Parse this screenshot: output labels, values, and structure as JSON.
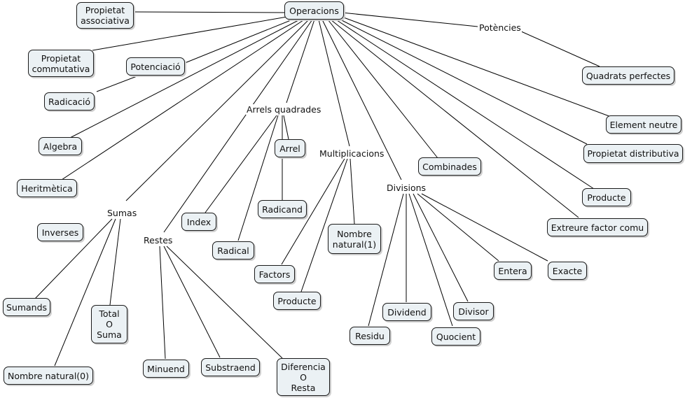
{
  "nodes": {
    "operacions": "Operacions",
    "propietat_associativa": "Propietat\nassociativa",
    "propietat_commutativa": "Propietat\ncommutativa",
    "potenciacio": "Potenciació",
    "radicacio": "Radicació",
    "algebra": "Algebra",
    "heritmetica": "Heritmètica",
    "inverses": "Inverses",
    "sumands": "Sumands",
    "total_suma": "Total\nO\nSuma",
    "nombre_natural_0": "Nombre natural(0)",
    "minuend": "Minuend",
    "substraend": "Substraend",
    "diferencia_resta": "Diferencia\nO\nResta",
    "index": "Index",
    "radical": "Radical",
    "arrel": "Arrel",
    "radicand": "Radicand",
    "factors": "Factors",
    "producte_mult": "Producte",
    "nombre_natural_1": "Nombre\nnatural(1)",
    "combinades": "Combinades",
    "residu": "Residu",
    "dividend": "Dividend",
    "quocient": "Quocient",
    "divisor": "Divisor",
    "entera": "Entera",
    "exacte": "Exacte",
    "quadrats_perfectes": "Quadrats perfectes",
    "element_neutre": "Element neutre",
    "propietat_distributiva": "Propietat distributiva",
    "producte": "Producte",
    "extreure_factor_comu": "Extreure factor comu"
  },
  "labels": {
    "potencies": "Potències",
    "arrels_quadrades": "Arrels quadrades",
    "multiplicacions": "Multiplicacions",
    "sumas": "Sumas",
    "restes": "Restes",
    "divisions": "Divisions"
  },
  "colors": {
    "node_fill": "#ebf1f4",
    "node_border": "#1a1a1a",
    "line": "#000000"
  }
}
